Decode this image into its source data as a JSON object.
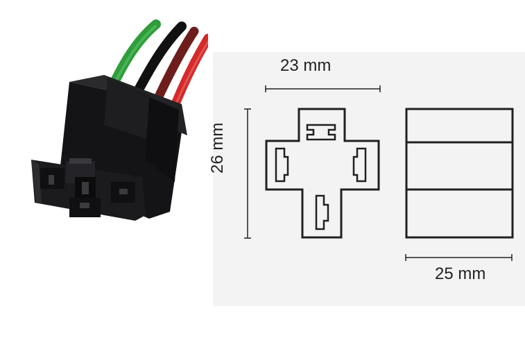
{
  "dimensions": {
    "width_label": "23 mm",
    "height_label": "26 mm",
    "depth_label": "25 mm"
  },
  "photo": {
    "wire_colors": [
      "#2e9d3a",
      "#1a1a1a",
      "#7a1f1f",
      "#d42a2a"
    ],
    "housing_color": "#1c1c1e"
  },
  "drawing": {
    "stroke_color": "#231f20",
    "panel_color": "#f3f3f4"
  }
}
